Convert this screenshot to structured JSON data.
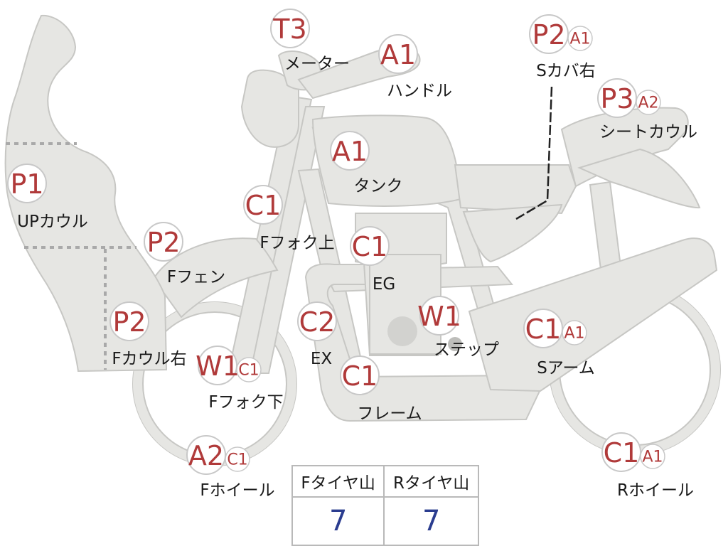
{
  "parts": [
    {
      "id": "meter",
      "label": "メーター",
      "grades": [
        "T3"
      ]
    },
    {
      "id": "handle",
      "label": "ハンドル",
      "grades": [
        "A1"
      ]
    },
    {
      "id": "seat-cover-right",
      "label": "Sカバ右",
      "grades": [
        "P2",
        "A1"
      ]
    },
    {
      "id": "seat-cowl",
      "label": "シートカウル",
      "grades": [
        "P3",
        "A2"
      ]
    },
    {
      "id": "tank",
      "label": "タンク",
      "grades": [
        "A1"
      ]
    },
    {
      "id": "up-cowl",
      "label": "UPカウル",
      "grades": [
        "P1"
      ]
    },
    {
      "id": "front-fork-upper",
      "label": "Fフォク上",
      "grades": [
        "C1"
      ]
    },
    {
      "id": "engine",
      "label": "EG",
      "grades": [
        "C1"
      ]
    },
    {
      "id": "front-fender",
      "label": "Fフェン",
      "grades": [
        "P2"
      ]
    },
    {
      "id": "front-cowl-right",
      "label": "Fカウル右",
      "grades": [
        "P2"
      ]
    },
    {
      "id": "exhaust",
      "label": "EX",
      "grades": [
        "C2"
      ]
    },
    {
      "id": "step",
      "label": "ステップ",
      "grades": [
        "W1"
      ]
    },
    {
      "id": "swing-arm",
      "label": "Sアーム",
      "grades": [
        "C1",
        "A1"
      ]
    },
    {
      "id": "front-fork-lower",
      "label": "Fフォク下",
      "grades": [
        "W1",
        "C1"
      ]
    },
    {
      "id": "frame",
      "label": "フレーム",
      "grades": [
        "C1"
      ]
    },
    {
      "id": "front-wheel",
      "label": "Fホイール",
      "grades": [
        "A2",
        "C1"
      ]
    },
    {
      "id": "rear-wheel",
      "label": "Rホイール",
      "grades": [
        "C1",
        "A1"
      ]
    }
  ],
  "tread_table": {
    "headers": [
      "Fタイヤ山",
      "Rタイヤ山"
    ],
    "values": [
      "7",
      "7"
    ]
  },
  "colors": {
    "grade_text": "#b03a3a",
    "tread_value": "#2a3c8f",
    "body_fill": "#e6e6e3"
  }
}
